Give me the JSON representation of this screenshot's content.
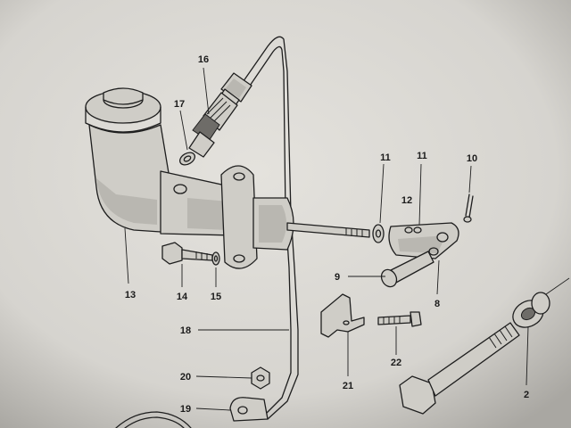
{
  "callouts": [
    {
      "id": "c16",
      "text": "16"
    },
    {
      "id": "c17",
      "text": "17"
    },
    {
      "id": "c13",
      "text": "13"
    },
    {
      "id": "c14",
      "text": "14"
    },
    {
      "id": "c15",
      "text": "15"
    },
    {
      "id": "c11a",
      "text": "11"
    },
    {
      "id": "c11b",
      "text": "11"
    },
    {
      "id": "c10",
      "text": "10"
    },
    {
      "id": "c12",
      "text": "12"
    },
    {
      "id": "c9",
      "text": "9"
    },
    {
      "id": "c8",
      "text": "8"
    },
    {
      "id": "c18",
      "text": "18"
    },
    {
      "id": "c21",
      "text": "21"
    },
    {
      "id": "c22",
      "text": "22"
    },
    {
      "id": "c20",
      "text": "20"
    },
    {
      "id": "c19",
      "text": "19"
    },
    {
      "id": "c2",
      "text": "2"
    }
  ]
}
